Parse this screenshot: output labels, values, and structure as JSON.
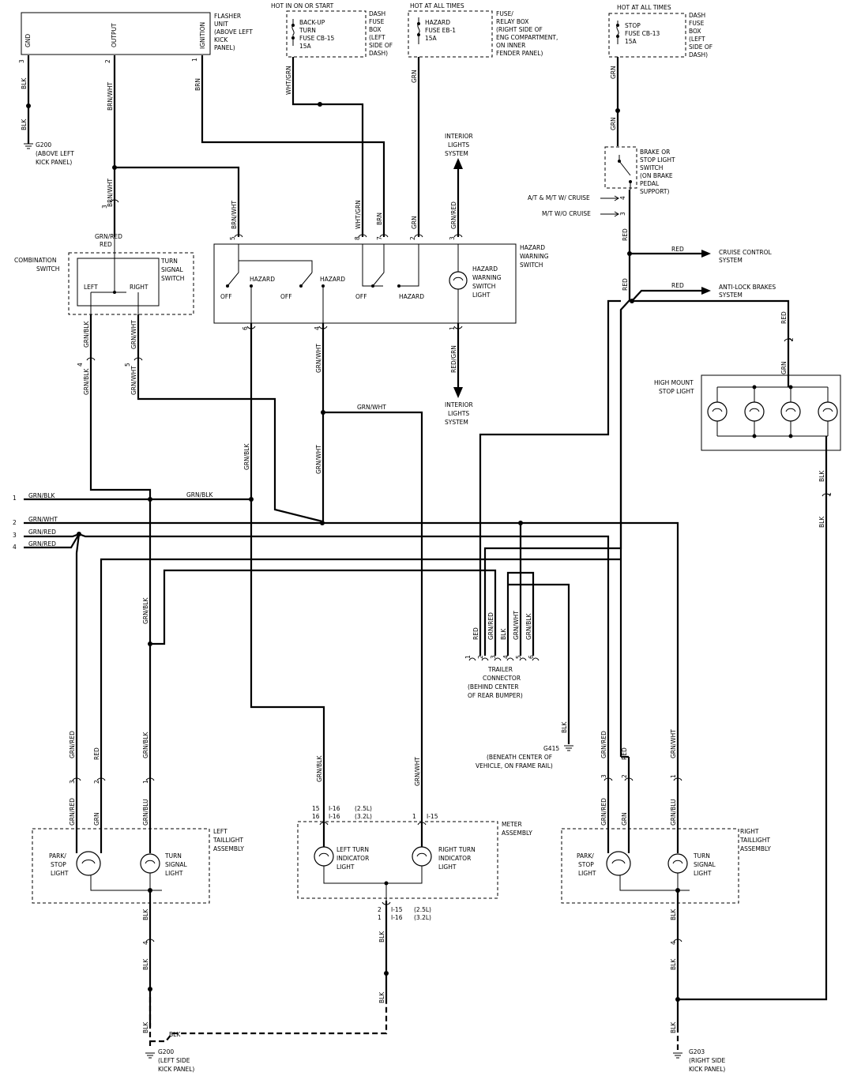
{
  "components": {
    "flasher_unit": {
      "lines": [
        "FLASHER",
        "UNIT",
        "(ABOVE LEFT",
        "KICK",
        "PANEL)"
      ],
      "pins": [
        "GND",
        "OUTPUT",
        "IGNITION"
      ],
      "pin_numbers": [
        "3",
        "2",
        "1"
      ]
    },
    "dash_fuse_box_1": {
      "header": "HOT IN ON OR START",
      "fuse": [
        "BACK-UP",
        "TURN",
        "FUSE CB-15",
        "15A"
      ],
      "lines": [
        "DASH",
        "FUSE",
        "BOX",
        "(LEFT",
        "SIDE OF",
        "DASH)"
      ]
    },
    "relay_box": {
      "header": "HOT AT ALL TIMES",
      "fuse": [
        "HAZARD",
        "FUSE EB-1",
        "15A"
      ],
      "lines": [
        "FUSE/",
        "RELAY BOX",
        "(RIGHT SIDE OF",
        "ENG COMPARTMENT,",
        "ON INNER",
        "FENDER PANEL)"
      ]
    },
    "dash_fuse_box_2": {
      "header": "HOT AT ALL TIMES",
      "fuse": [
        "STOP",
        "FUSE CB-13",
        "15A"
      ],
      "lines": [
        "DASH",
        "FUSE",
        "BOX",
        "(LEFT",
        "SIDE OF",
        "DASH)"
      ]
    },
    "brake_switch": {
      "lines": [
        "BRAKE OR",
        "STOP LIGHT",
        "SWITCH",
        "(ON BRAKE",
        "PEDAL",
        "SUPPORT)"
      ],
      "cruise_1": "A/T & M/T W/ CRUISE",
      "cruise_2": "M/T W/O CRUISE"
    },
    "g200_top": {
      "lines": [
        "G200",
        "(ABOVE LEFT",
        "KICK PANEL)"
      ]
    },
    "interior_lights_top": {
      "lines": [
        "INTERIOR",
        "LIGHTS",
        "SYSTEM"
      ]
    },
    "interior_lights_bottom": {
      "lines": [
        "INTERIOR",
        "LIGHTS",
        "SYSTEM"
      ]
    },
    "combination_switch": {
      "lines": [
        "COMBINATION",
        "SWITCH"
      ],
      "turn_signal": [
        "TURN",
        "SIGNAL",
        "SWITCH"
      ],
      "left": "LEFT",
      "right": "RIGHT"
    },
    "hazard_switch": {
      "lines": [
        "HAZARD",
        "WARNING",
        "SWITCH"
      ],
      "light": [
        "HAZARD",
        "WARNING",
        "SWITCH",
        "LIGHT"
      ],
      "off": "OFF",
      "hazard": "HAZARD",
      "pins_top": [
        "5",
        "8",
        "7",
        "2",
        "3"
      ],
      "pins_bottom": [
        "6",
        "4",
        "1"
      ]
    },
    "cruise_control": {
      "lines": [
        "CRUISE CONTROL",
        "SYSTEM"
      ]
    },
    "anti_lock": {
      "lines": [
        "ANTI-LOCK BRAKES",
        "SYSTEM"
      ]
    },
    "high_mount": {
      "lines": [
        "HIGH MOUNT",
        "STOP LIGHT"
      ]
    },
    "trailer_connector": {
      "lines": [
        "TRAILER",
        "CONNECTOR",
        "(BEHIND CENTER",
        "OF REAR BUMPER)"
      ],
      "pins": [
        "1",
        "2",
        "3",
        "4",
        "5",
        "6"
      ],
      "wires": [
        "RED",
        "GRN/RED",
        "BLK",
        "GRN/WHT",
        "GRN/BLK"
      ]
    },
    "g415": {
      "lines": [
        "G415",
        "(BENEATH CENTER OF",
        "VEHICLE, ON FRAME RAIL)"
      ]
    },
    "left_taillight": {
      "lines": [
        "LEFT",
        "TAILLIGHT",
        "ASSEMBLY"
      ],
      "park": [
        "PARK/",
        "STOP",
        "LIGHT"
      ],
      "turn": [
        "TURN",
        "SIGNAL",
        "LIGHT"
      ]
    },
    "right_taillight": {
      "lines": [
        "RIGHT",
        "TAILLIGHT",
        "ASSEMBLY"
      ],
      "park": [
        "PARK/",
        "STOP",
        "LIGHT"
      ],
      "turn": [
        "TURN",
        "SIGNAL",
        "LIGHT"
      ]
    },
    "meter_assembly": {
      "lines": [
        "METER",
        "ASSEMBLY"
      ],
      "left_ind": [
        "LEFT TURN",
        "INDICATOR",
        "LIGHT"
      ],
      "right_ind": [
        "RIGHT TURN",
        "INDICATOR",
        "LIGHT"
      ],
      "pin_left_top": [
        "15",
        "16"
      ],
      "conn_left_top": [
        "I-16",
        "I-16"
      ],
      "eng": [
        "(2.5L)",
        "(3.2L)"
      ],
      "pin_right_top": "1",
      "conn_right_top": "I-15",
      "pin_bottom": [
        "2",
        "1"
      ],
      "conn_bottom": [
        "I-15",
        "I-16"
      ]
    },
    "g200_bottom": {
      "lines": [
        "G200",
        "(LEFT SIDE",
        "KICK PANEL)"
      ]
    },
    "g203": {
      "lines": [
        "G203",
        "(RIGHT SIDE",
        "KICK PANEL)"
      ]
    }
  },
  "left_edge": [
    {
      "num": "1",
      "wire": "GRN/BLK"
    },
    {
      "num": "2",
      "wire": "GRN/WHT"
    },
    {
      "num": "3",
      "wire": "GRN/RED"
    },
    {
      "num": "4",
      "wire": "GRN/RED"
    }
  ],
  "wire_labels": {
    "blk": "BLK",
    "brn_wht": "BRN/WHT",
    "brn": "BRN",
    "wht_grn": "WHT/GRN",
    "grn": "GRN",
    "grn_red": "GRN/RED",
    "grn_blk": "GRN/BLK",
    "grn_wht": "GRN/WHT",
    "red": "RED",
    "red_grn": "RED/GRN",
    "grn_blu": "GRN/BLU"
  },
  "pin_numbers": {
    "p1": "1",
    "p2": "2",
    "p3": "3",
    "p4": "4",
    "p5": "5"
  }
}
